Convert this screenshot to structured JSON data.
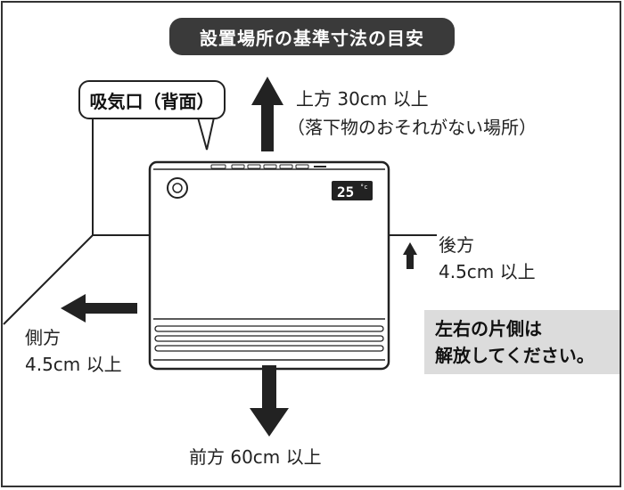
{
  "title": "設置場所の基準寸法の目安",
  "intake_label": "吸気口（背面）",
  "top_label": "上方 30cm 以上",
  "top_sub": "（落下物のおそれがない場所）",
  "rear_label_1": "後方",
  "rear_label_2": "4.5cm 以上",
  "side_label_1": "側方",
  "side_label_2": "4.5cm 以上",
  "front_label": "前方 60cm 以上",
  "note_line_1": "左右の片側は",
  "note_line_2": "解放してください。",
  "display_value": "25",
  "display_unit": "°c",
  "colors": {
    "ink": "#222222",
    "pill": "#3a3a3a",
    "note_bg": "#dcdcdc"
  }
}
